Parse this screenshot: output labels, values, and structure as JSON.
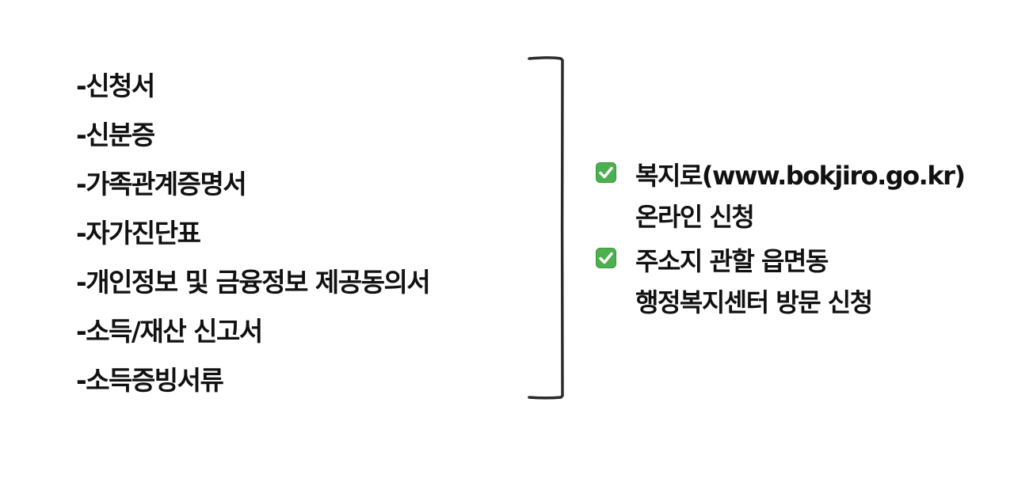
{
  "documents": {
    "items": [
      "-신청서",
      "-신분증",
      "-가족관계증명서",
      "-자가진단표",
      "-개인정보 및 금융정보 제공동의서",
      "-소득/재산 신고서",
      "-소득증빙서류"
    ]
  },
  "methods": {
    "check_color": "#4caf50",
    "items": [
      {
        "icon": "check-mark-button-icon",
        "lines": [
          "복지로(www.bokjiro.go.kr)",
          "온라인 신청"
        ]
      },
      {
        "icon": "check-mark-button-icon",
        "lines": [
          "주소지 관할 읍면동",
          "행정복지센터 방문 신청"
        ]
      }
    ]
  }
}
